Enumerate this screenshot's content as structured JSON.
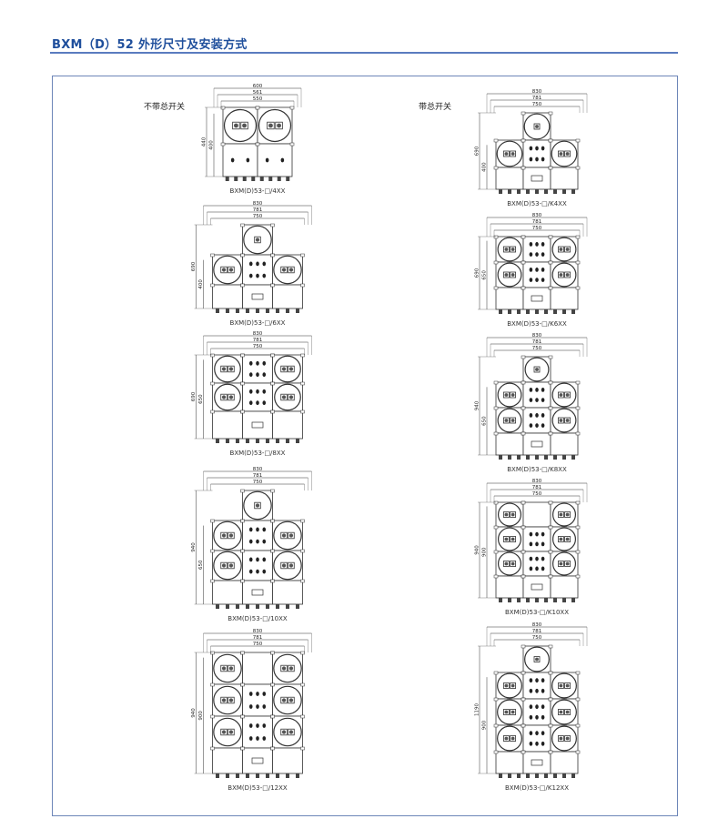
{
  "header": {
    "title": "BXM（D）52 外形尺寸及安装方式"
  },
  "sections": {
    "left": "不带总开关",
    "right": "带总开关"
  },
  "drawings": [
    {
      "model": "BXM(D)53-□/4XX",
      "widths": [
        "600",
        "561",
        "550"
      ],
      "heights": [
        "440",
        "400"
      ]
    },
    {
      "model": "BXM(D)53-□/6XX",
      "widths": [
        "830",
        "781",
        "750"
      ],
      "heights": [
        "690",
        "400"
      ]
    },
    {
      "model": "BXM(D)53-□/8XX",
      "widths": [
        "830",
        "781",
        "750"
      ],
      "heights": [
        "690",
        "650"
      ]
    },
    {
      "model": "BXM(D)53-□/10XX",
      "widths": [
        "830",
        "781",
        "750"
      ],
      "heights": [
        "940",
        "650"
      ]
    },
    {
      "model": "BXM(D)53-□/12XX",
      "widths": [
        "830",
        "781",
        "750"
      ],
      "heights": [
        "940",
        "900"
      ]
    },
    {
      "model": "BXM(D)53-□/K4XX",
      "widths": [
        "830",
        "781",
        "750"
      ],
      "heights": [
        "690",
        "400"
      ]
    },
    {
      "model": "BXM(D)53-□/K6XX",
      "widths": [
        "830",
        "781",
        "750"
      ],
      "heights": [
        "690",
        "650"
      ]
    },
    {
      "model": "BXM(D)53-□/K8XX",
      "widths": [
        "830",
        "781",
        "750"
      ],
      "heights": [
        "940",
        "650"
      ]
    },
    {
      "model": "BXM(D)53-□/K10XX",
      "widths": [
        "830",
        "781",
        "750"
      ],
      "heights": [
        "940",
        "900"
      ]
    },
    {
      "model": "BXM(D)53-□/K12XX",
      "widths": [
        "830",
        "781",
        "750"
      ],
      "heights": [
        "1190",
        "900"
      ]
    }
  ],
  "colors": {
    "accent": "#1f4f9c",
    "line": "#333333"
  }
}
